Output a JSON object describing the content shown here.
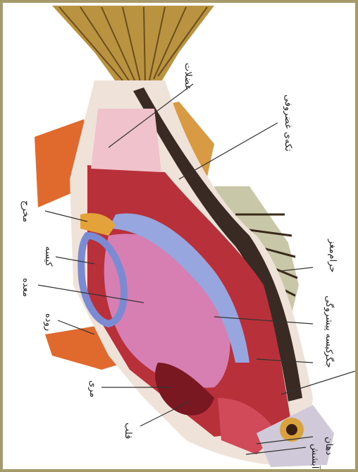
{
  "labels": {
    "muscles": "عضلات",
    "bony_fin": "تکه‌ی غضروفی",
    "spinal_cord": "حرام‌مغز",
    "swim_bladder": "کیسه پیشروگی",
    "liver": "جگر",
    "kidney": "کیسه",
    "stomach": "معده",
    "intestine": "روده",
    "esophagus": "مری",
    "heart": "قلب",
    "gills": "آبشش",
    "gonad": "مخرج",
    "mouth": "دهان"
  },
  "colors": {
    "frame": "#a69a6a",
    "muscle_red": "#b8303a",
    "stomach_pink": "#d77fb2",
    "kidney_blue": "#97a6df",
    "fin_orange": "#e0692e",
    "tail_gold": "#b9933f"
  }
}
